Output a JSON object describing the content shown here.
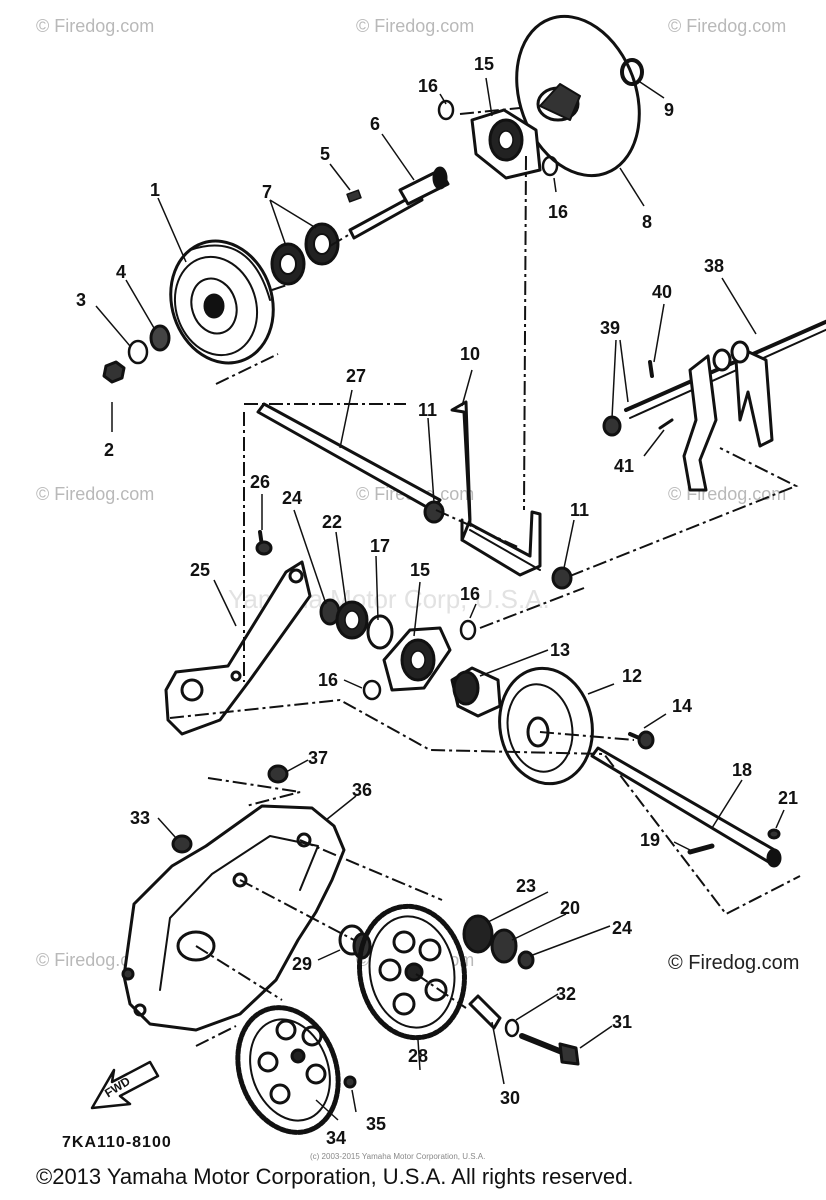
{
  "watermark": {
    "text": "© Firedog.com",
    "center_text": "Yamaha Motor Corp, U.S.A."
  },
  "parts": [
    "1",
    "2",
    "3",
    "4",
    "5",
    "6",
    "7",
    "8",
    "9",
    "10",
    "11",
    "11",
    "12",
    "13",
    "14",
    "15",
    "15",
    "16",
    "16",
    "16",
    "16",
    "17",
    "18",
    "19",
    "20",
    "21",
    "22",
    "23",
    "24",
    "24",
    "25",
    "26",
    "27",
    "28",
    "29",
    "30",
    "31",
    "32",
    "33",
    "34",
    "35",
    "36",
    "37",
    "38",
    "39",
    "40",
    "41"
  ],
  "fwd_label": "FWD",
  "part_code": "7KA110-8100",
  "small_copyright": "(c) 2003-2015 Yamaha Motor Corporation, U.S.A.",
  "firedog_credit": "© Firedog.com",
  "footer": "©2013 Yamaha Motor Corporation, U.S.A. All rights reserved."
}
